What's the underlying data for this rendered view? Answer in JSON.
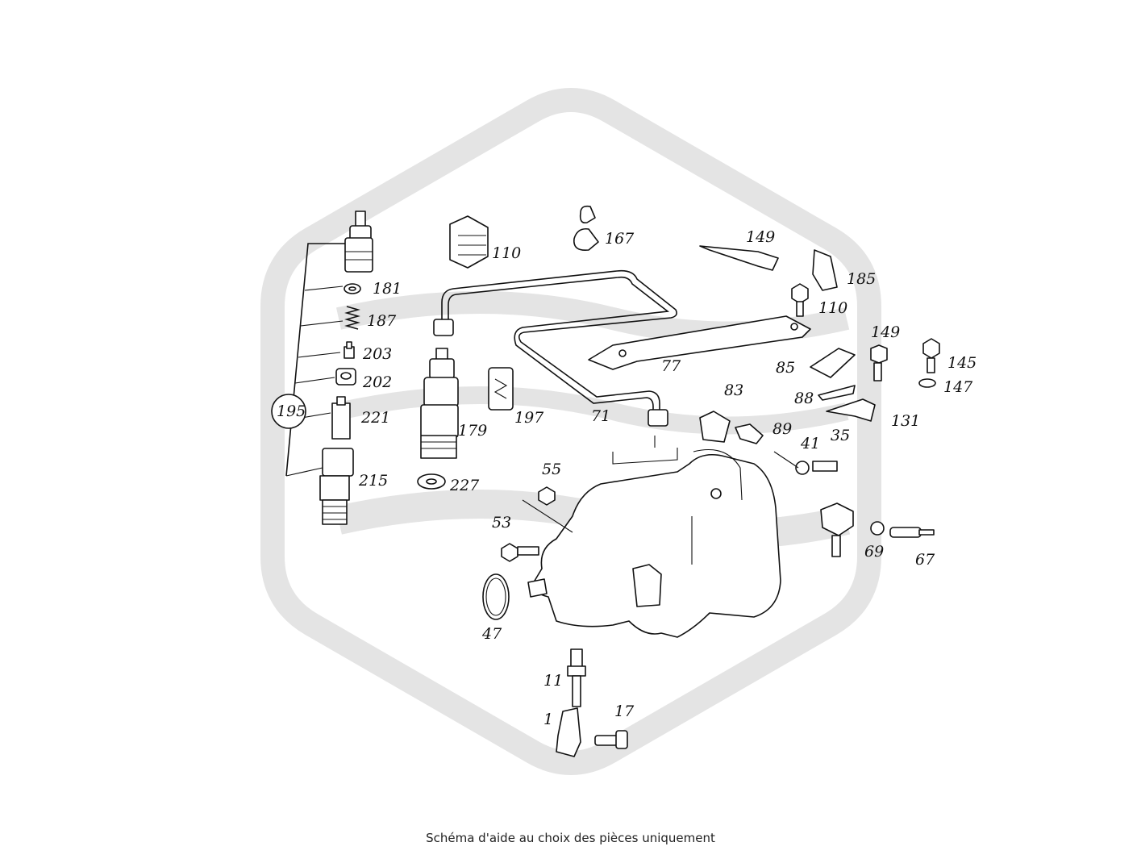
{
  "caption": "Schéma d'aide au choix des pièces uniquement",
  "watermark": {
    "color": "#e4e4e4"
  },
  "callouts": {
    "c167": "167",
    "c149": "149",
    "c110a": "110",
    "c185": "185",
    "c110b": "110",
    "c181": "181",
    "c187": "187",
    "c203": "203",
    "c202": "202",
    "c221": "221",
    "c215": "215",
    "c195": "195",
    "c179": "179",
    "c227": "227",
    "c197": "197",
    "c71": "71",
    "c77": "77",
    "c149b": "149",
    "c145": "145",
    "c147": "147",
    "c85": "85",
    "c83": "83",
    "c88": "88",
    "c131": "131",
    "c89": "89",
    "c41": "41",
    "c35": "35",
    "c55": "55",
    "c53": "53",
    "c47": "47",
    "c11": "11",
    "c1": "1",
    "c17": "17",
    "c69": "69",
    "c67": "67"
  }
}
